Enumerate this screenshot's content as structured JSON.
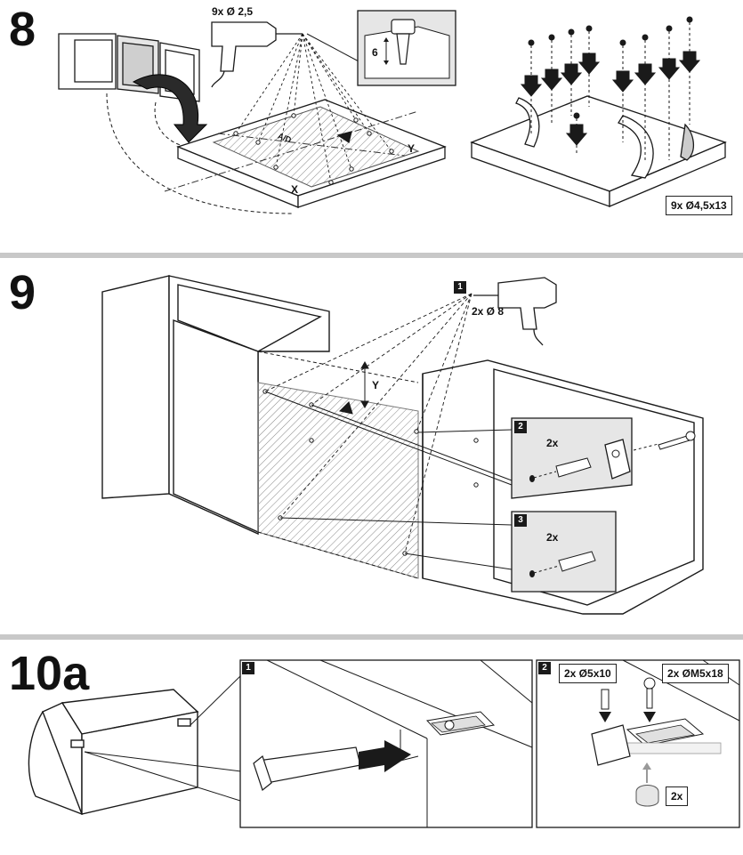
{
  "steps": {
    "s8": {
      "number": "8",
      "drill_label": "9x Ø 2,5",
      "depth_label": "6",
      "screw_label": "9x Ø4,5x13",
      "x_label": "X",
      "y_label": "Y",
      "template_text": "A/D"
    },
    "s9": {
      "number": "9",
      "drill_label": "2x Ø 8",
      "y_label": "Y",
      "sub1": "1",
      "sub2": "2",
      "sub3": "3",
      "qty2": "2x",
      "qty3": "2x"
    },
    "s10a": {
      "number": "10a",
      "sub1": "1",
      "sub2": "2",
      "bolt_label": "2x Ø5x10",
      "screw_label": "2x ØM5x18",
      "cap_label": "2x"
    }
  },
  "colors": {
    "divider": "#c8c8c8",
    "panel": "#e6e6e6",
    "ink": "#1a1a1a"
  }
}
